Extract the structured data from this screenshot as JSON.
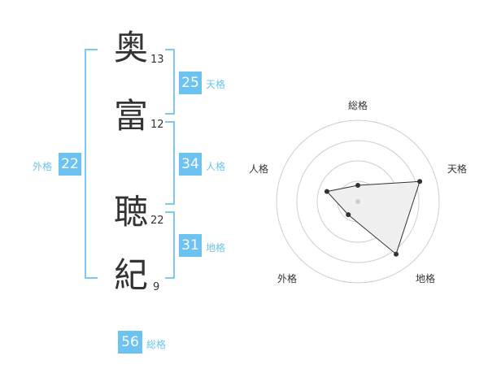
{
  "name": {
    "chars": [
      {
        "char": "奥",
        "strokes": "13"
      },
      {
        "char": "富",
        "strokes": "12"
      },
      {
        "char": "聴",
        "strokes": "22"
      },
      {
        "char": "紀",
        "strokes": "9"
      }
    ]
  },
  "fortune": {
    "tenkaku": {
      "value": "25",
      "label": "天格"
    },
    "jinkaku": {
      "value": "34",
      "label": "人格"
    },
    "chikaku": {
      "value": "31",
      "label": "地格"
    },
    "gaikaku": {
      "value": "22",
      "label": "外格"
    },
    "soukaku": {
      "value": "56",
      "label": "総格"
    }
  },
  "colors": {
    "accent": "#6cc3f1",
    "bracket": "#7ec8f2",
    "text": "#333333"
  },
  "chart_data": {
    "type": "radar",
    "axes": [
      "総格",
      "天格",
      "地格",
      "外格",
      "人格"
    ],
    "values": [
      1,
      4,
      4,
      1,
      2
    ],
    "rmax": 5,
    "rings": 4
  }
}
